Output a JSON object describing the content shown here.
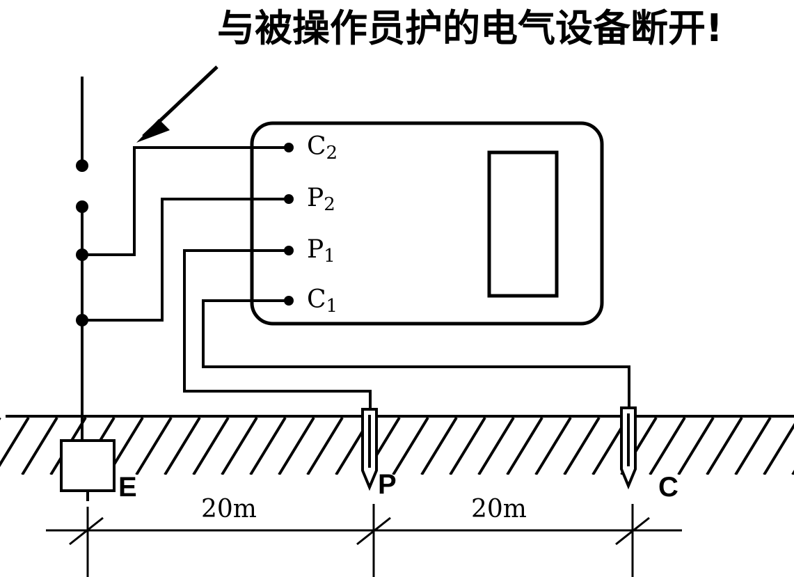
{
  "title": "与被操作员护的电气设备断开!",
  "terminals": [
    {
      "main": "C",
      "sub": "2"
    },
    {
      "main": "P",
      "sub": "2"
    },
    {
      "main": "P",
      "sub": "1"
    },
    {
      "main": "C",
      "sub": "1"
    }
  ],
  "electrodes": {
    "earth": "E",
    "potential": "P",
    "current": "C"
  },
  "distances": [
    "20m",
    "20m"
  ]
}
